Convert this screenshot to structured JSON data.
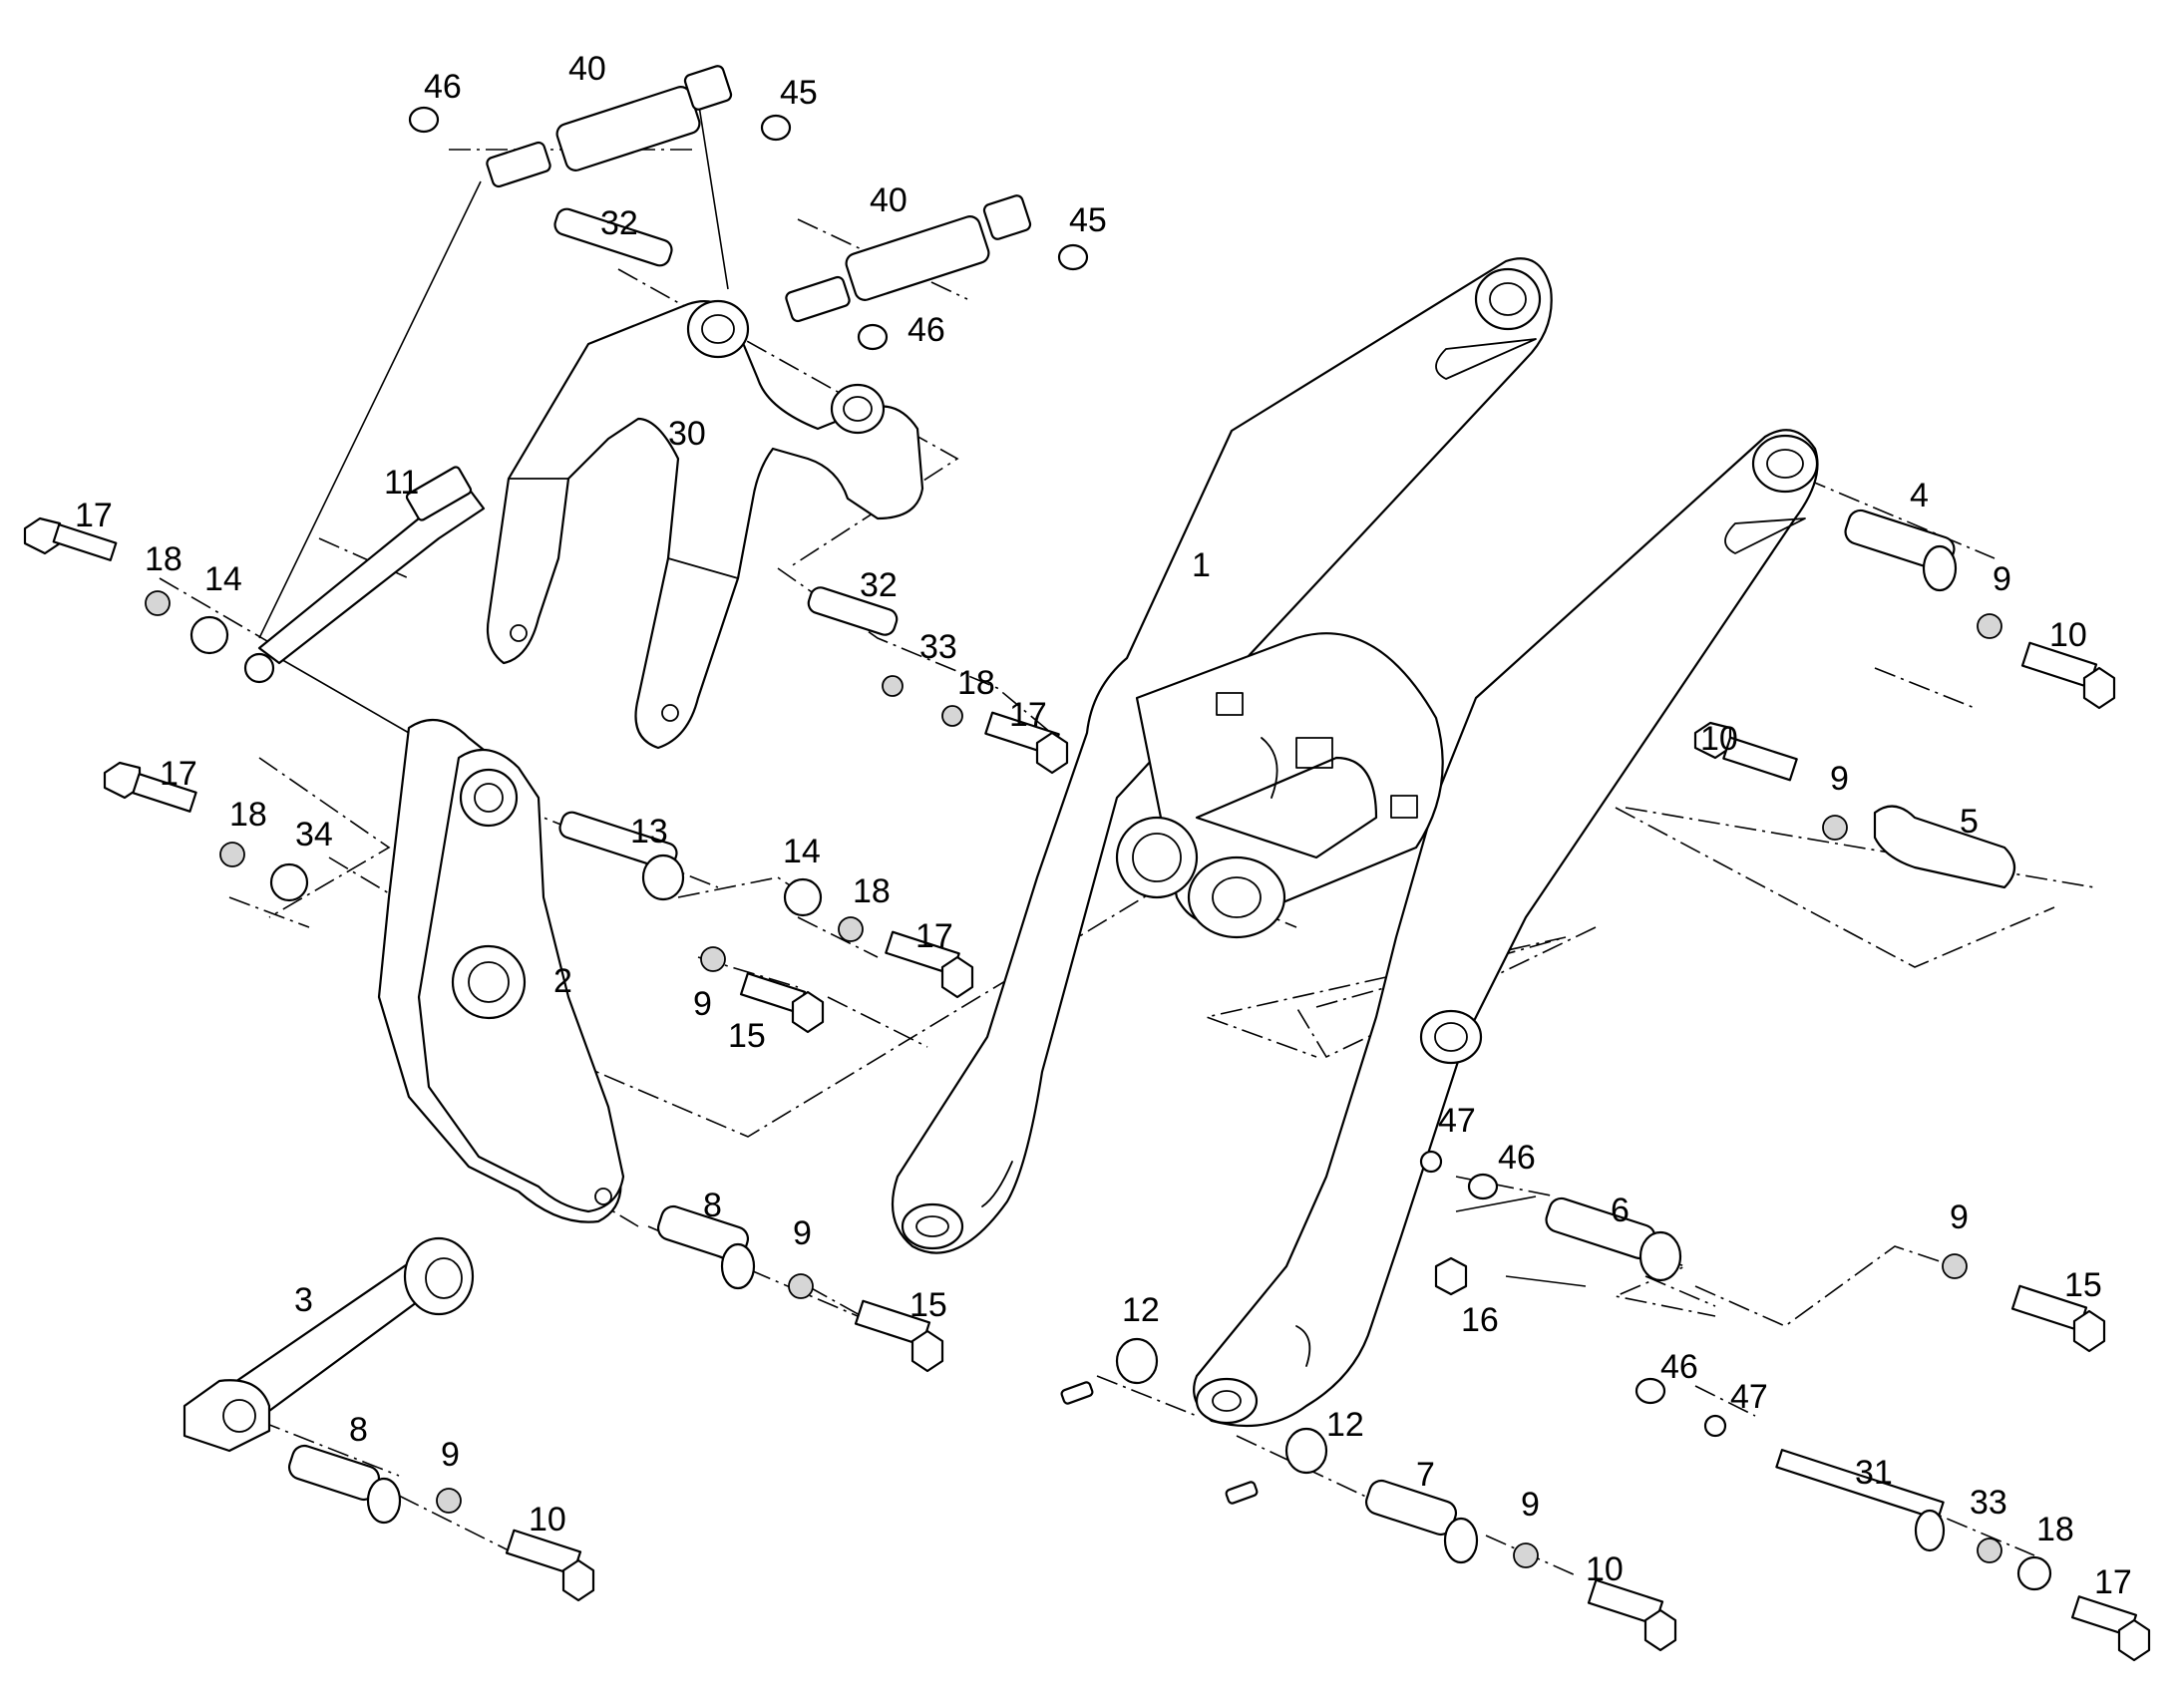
{
  "diagram": {
    "line_color": "#000000",
    "background": "#ffffff",
    "callouts": [
      {
        "id": "c46a",
        "label": "46"
      },
      {
        "id": "c40a",
        "label": "40"
      },
      {
        "id": "c45a",
        "label": "45"
      },
      {
        "id": "c32a",
        "label": "32"
      },
      {
        "id": "c40b",
        "label": "40"
      },
      {
        "id": "c45b",
        "label": "45"
      },
      {
        "id": "c46b",
        "label": "46"
      },
      {
        "id": "c30",
        "label": "30"
      },
      {
        "id": "c11",
        "label": "11"
      },
      {
        "id": "c17a",
        "label": "17"
      },
      {
        "id": "c18a",
        "label": "18"
      },
      {
        "id": "c14a",
        "label": "14"
      },
      {
        "id": "c32b",
        "label": "32"
      },
      {
        "id": "c33a",
        "label": "33"
      },
      {
        "id": "c18b",
        "label": "18"
      },
      {
        "id": "c17b",
        "label": "17"
      },
      {
        "id": "c1",
        "label": "1"
      },
      {
        "id": "c4",
        "label": "4"
      },
      {
        "id": "c9a",
        "label": "9"
      },
      {
        "id": "c10a",
        "label": "10"
      },
      {
        "id": "c10b",
        "label": "10"
      },
      {
        "id": "c9b",
        "label": "9"
      },
      {
        "id": "c5",
        "label": "5"
      },
      {
        "id": "c17c",
        "label": "17"
      },
      {
        "id": "c18c",
        "label": "18"
      },
      {
        "id": "c34",
        "label": "34"
      },
      {
        "id": "c13",
        "label": "13"
      },
      {
        "id": "c14b",
        "label": "14"
      },
      {
        "id": "c18d",
        "label": "18"
      },
      {
        "id": "c17d",
        "label": "17"
      },
      {
        "id": "c2",
        "label": "2"
      },
      {
        "id": "c9c",
        "label": "9"
      },
      {
        "id": "c15a",
        "label": "15"
      },
      {
        "id": "c47a",
        "label": "47"
      },
      {
        "id": "c46c",
        "label": "46"
      },
      {
        "id": "c6",
        "label": "6"
      },
      {
        "id": "c9d",
        "label": "9"
      },
      {
        "id": "c15b",
        "label": "15"
      },
      {
        "id": "c16",
        "label": "16"
      },
      {
        "id": "c8a",
        "label": "8"
      },
      {
        "id": "c9e",
        "label": "9"
      },
      {
        "id": "c15c",
        "label": "15"
      },
      {
        "id": "c3",
        "label": "3"
      },
      {
        "id": "c12a",
        "label": "12"
      },
      {
        "id": "c46d",
        "label": "46"
      },
      {
        "id": "c47b",
        "label": "47"
      },
      {
        "id": "c8b",
        "label": "8"
      },
      {
        "id": "c9f",
        "label": "9"
      },
      {
        "id": "c10c",
        "label": "10"
      },
      {
        "id": "c12b",
        "label": "12"
      },
      {
        "id": "c7",
        "label": "7"
      },
      {
        "id": "c9g",
        "label": "9"
      },
      {
        "id": "c31",
        "label": "31"
      },
      {
        "id": "c33b",
        "label": "33"
      },
      {
        "id": "c18e",
        "label": "18"
      },
      {
        "id": "c17e",
        "label": "17"
      },
      {
        "id": "c10d",
        "label": "10"
      }
    ]
  }
}
